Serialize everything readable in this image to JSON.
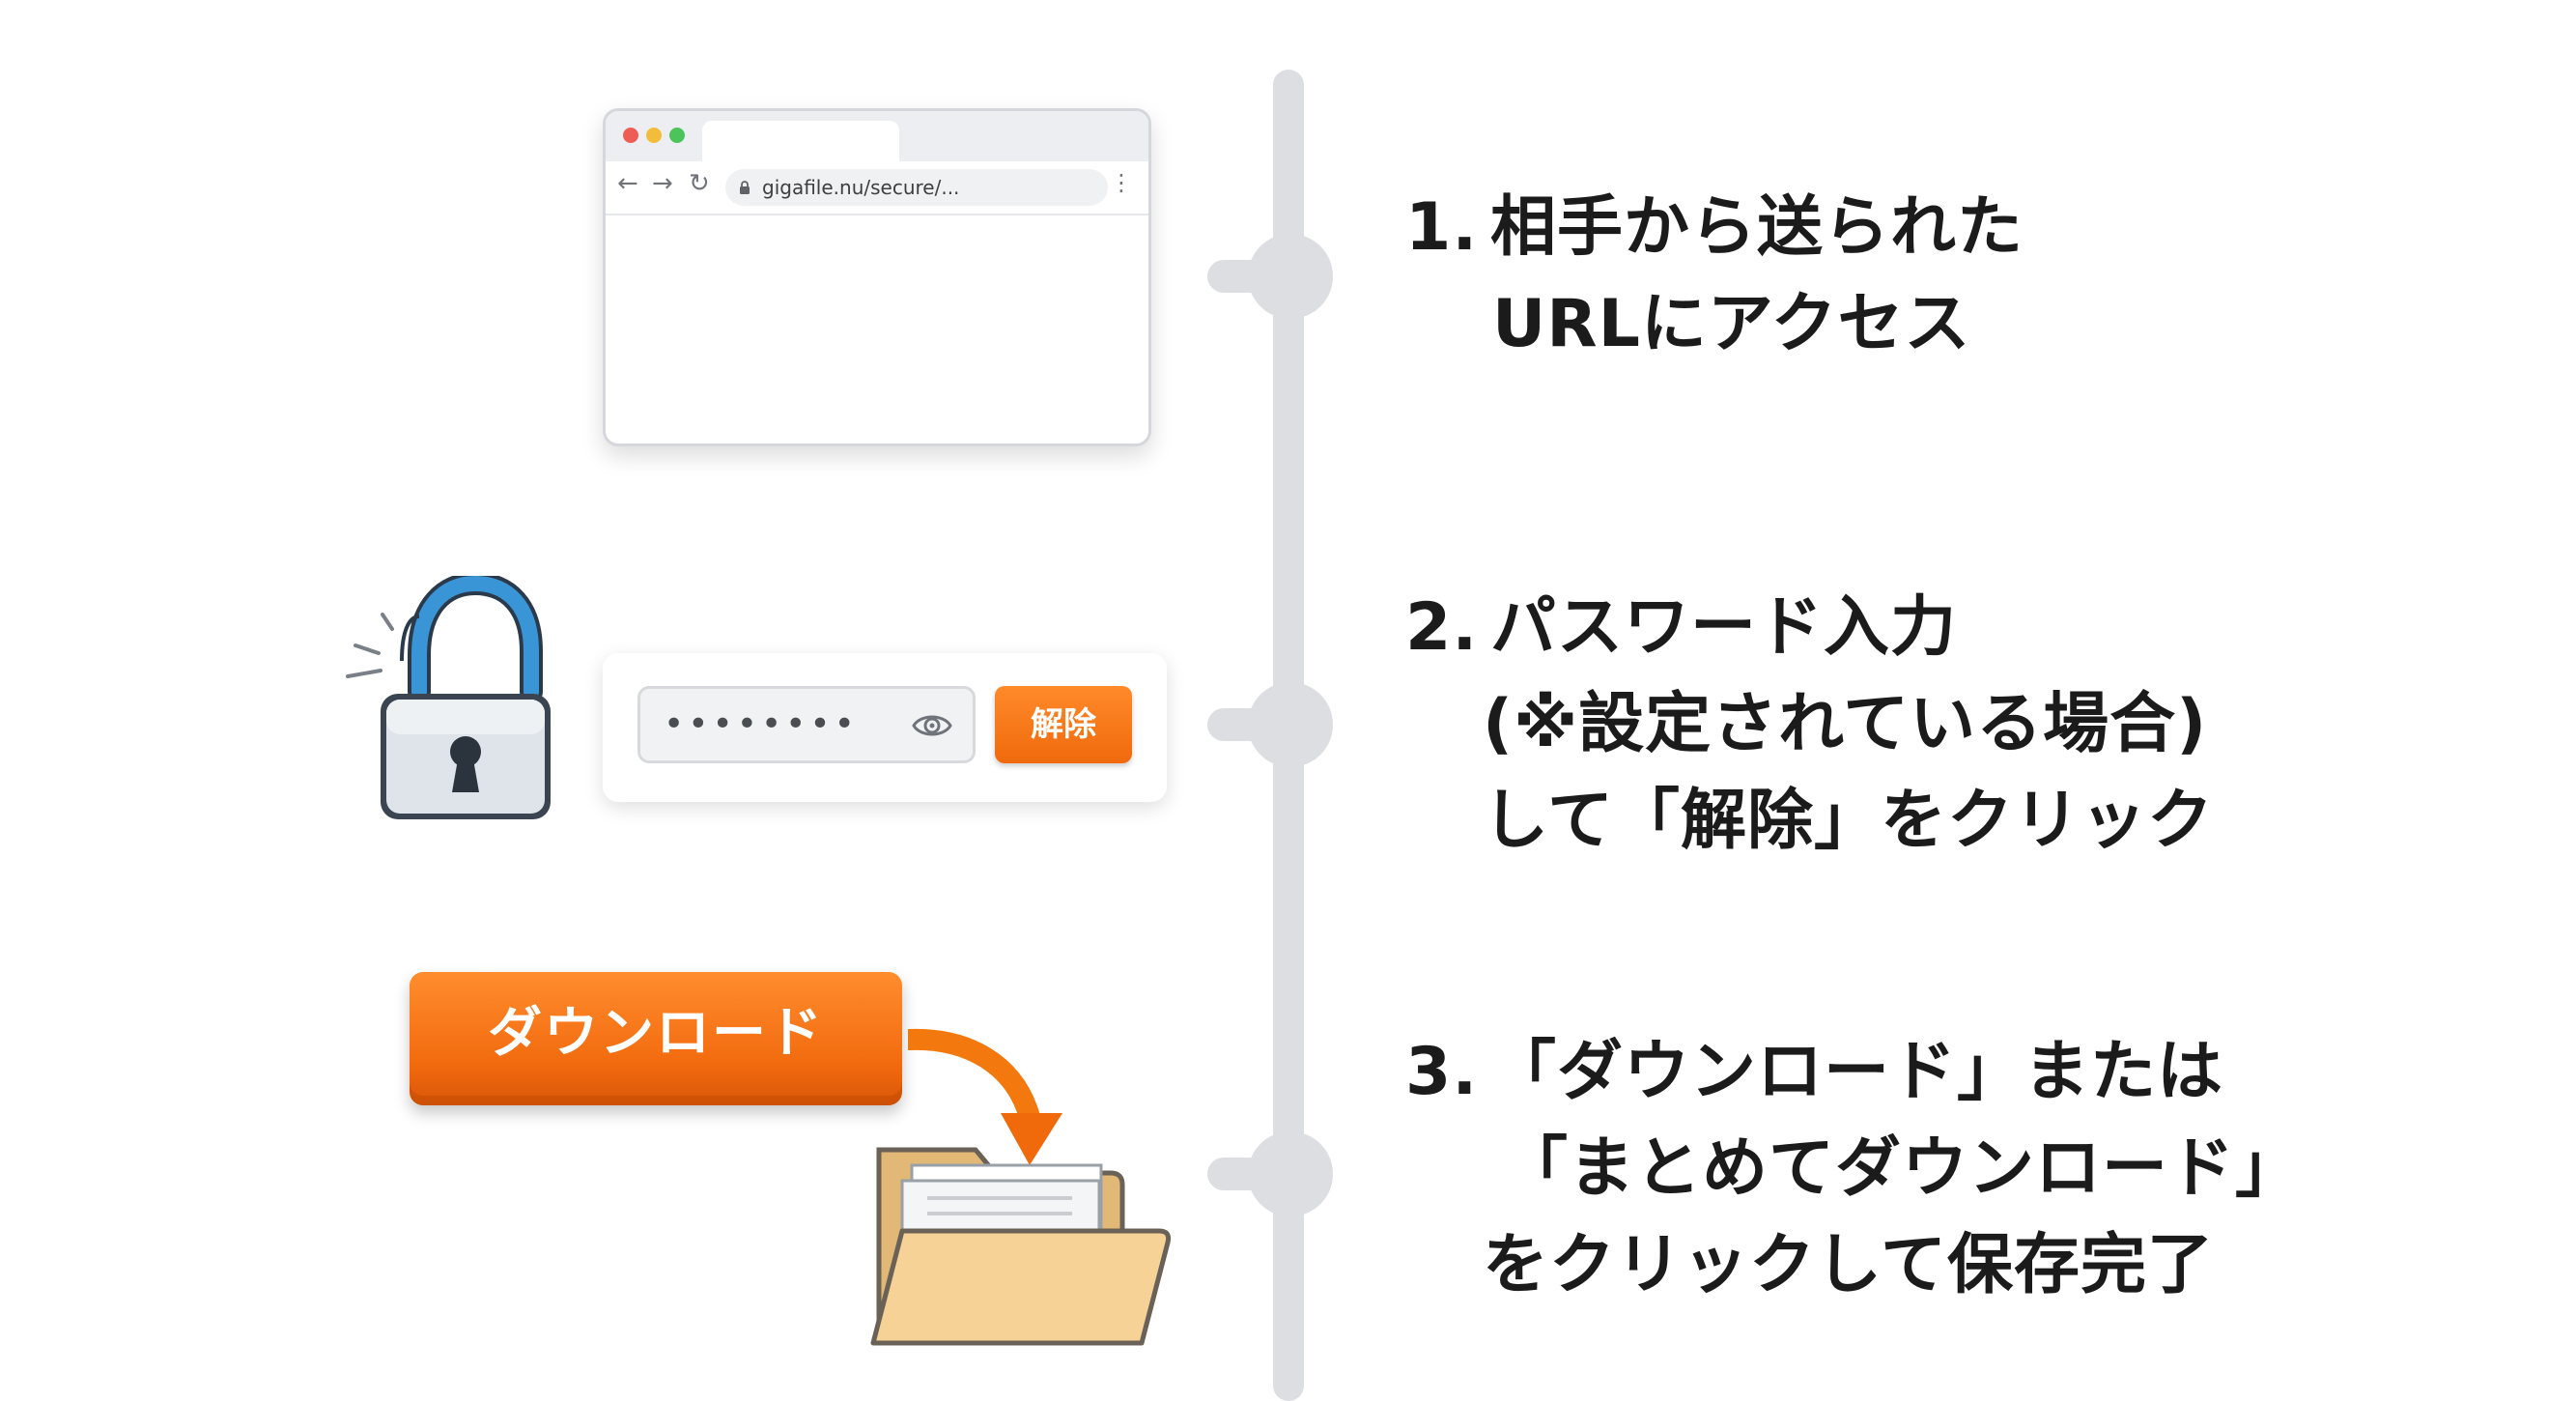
{
  "browser": {
    "url": "gigafile.nu/secure/...",
    "back_icon": "←",
    "forward_icon": "→",
    "reload_icon": "↻",
    "menu_icon": "⋮"
  },
  "password": {
    "masked_value": "••••••••",
    "unlock_label": "解除"
  },
  "download": {
    "button_label": "ダウンロード"
  },
  "steps": [
    {
      "number": "1.",
      "lines": [
        "相手から送られた",
        "URLにアクセス"
      ]
    },
    {
      "number": "2.",
      "lines": [
        "パスワード入力",
        "(※設定されている場合)",
        "して「解除」をクリック"
      ]
    },
    {
      "number": "3.",
      "lines": [
        "「ダウンロード」または",
        "「まとめてダウンロード」",
        "をクリックして保存完了"
      ]
    }
  ],
  "colors": {
    "accent_orange": "#f26a0e",
    "timeline_gray": "#dcdee2",
    "lock_shackle_blue": "#3a95d6"
  }
}
